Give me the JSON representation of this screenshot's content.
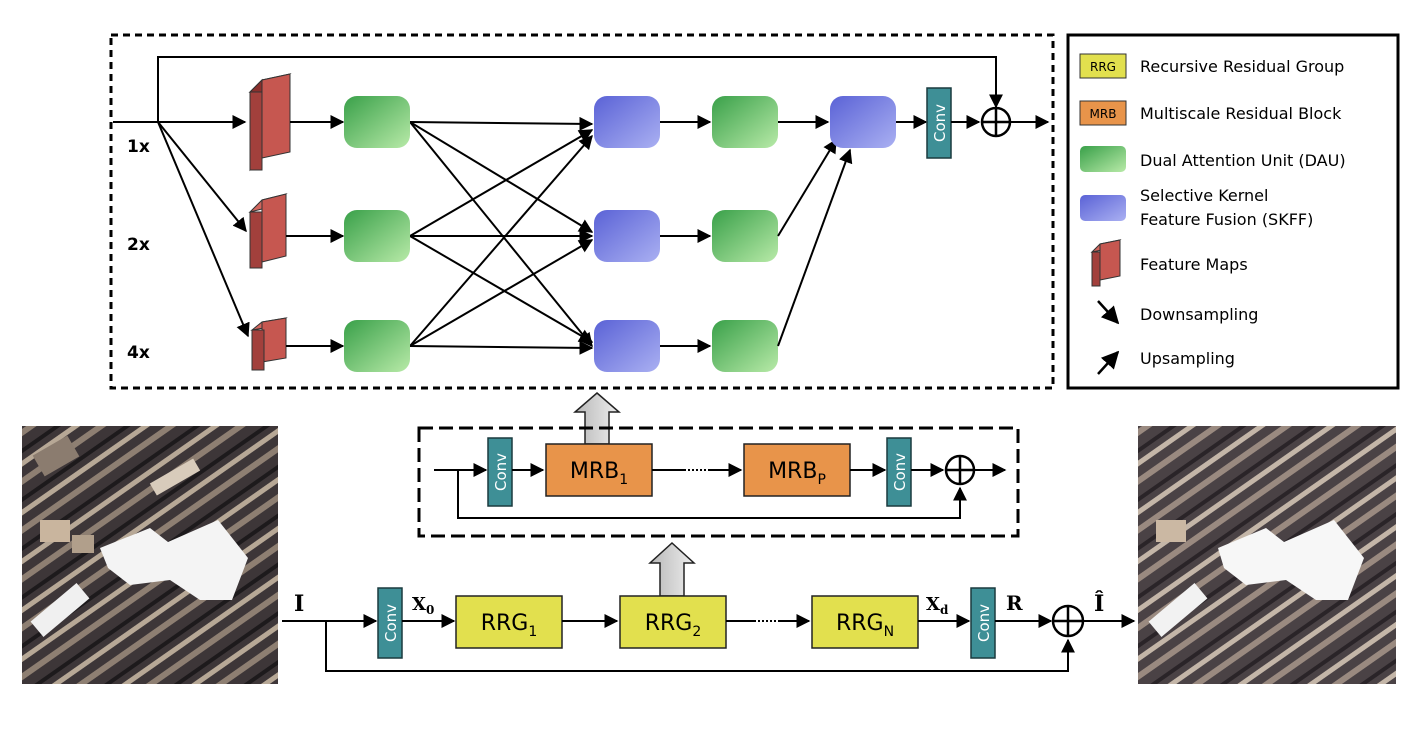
{
  "figure": {
    "scale_labels": [
      "1x",
      "2x",
      "4x"
    ],
    "conv_label": "Conv",
    "sum_symbol": "⊕",
    "legend": [
      {
        "key": "rrg",
        "swatch_text": "RRG",
        "label": "Recursive Residual Group"
      },
      {
        "key": "mrb",
        "swatch_text": "MRB",
        "label": "Multiscale Residual Block"
      },
      {
        "key": "dau",
        "swatch_text": "",
        "label": "Dual Attention Unit (DAU)"
      },
      {
        "key": "skff",
        "swatch_text": "",
        "label_line1": "Selective Kernel",
        "label_line2": "Feature Fusion (SKFF)"
      },
      {
        "key": "fmap",
        "swatch_text": "",
        "label": "Feature Maps"
      },
      {
        "key": "down",
        "swatch_text": "",
        "label": "Downsampling"
      },
      {
        "key": "up",
        "swatch_text": "",
        "label": "Upsampling"
      }
    ],
    "mrb_row": {
      "block_first": "MRB",
      "block_first_sub": "1",
      "block_last": "MRB",
      "block_last_sub": "P"
    },
    "main_row": {
      "input_label": "I",
      "x0_label": "X",
      "x0_sub": "0",
      "xd_label": "X",
      "xd_sub": "d",
      "residual_label": "R",
      "output_label": "Î",
      "rrg_blocks": [
        {
          "label": "RRG",
          "sub": "1"
        },
        {
          "label": "RRG",
          "sub": "2"
        },
        {
          "label": "RRG",
          "sub": "N"
        }
      ]
    },
    "colors": {
      "rrg": "#e2e04e",
      "mrb": "#e8944a",
      "dau_light": "#a8e0a0",
      "dau_dark": "#39a049",
      "skff_light": "#a4a8ee",
      "skff_dark": "#5f66d6",
      "conv": "#3e8f96",
      "fmap": "#b5433d"
    }
  }
}
